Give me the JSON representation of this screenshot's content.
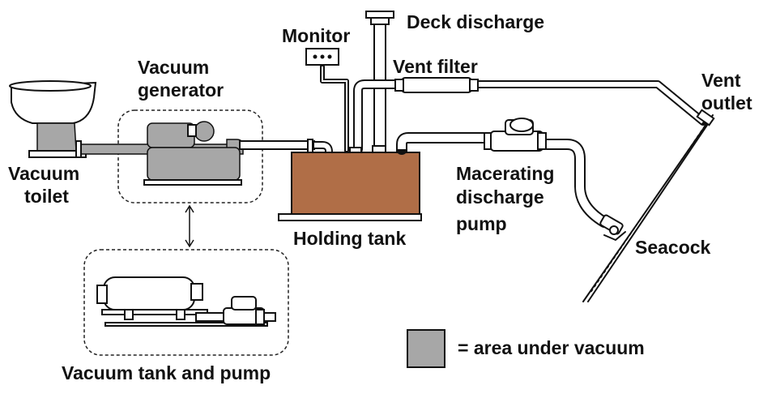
{
  "labels": {
    "deck_discharge": "Deck discharge",
    "monitor": "Monitor",
    "vent_filter": "Vent filter",
    "vacuum_generator_1": "Vacuum",
    "vacuum_generator_2": "generator",
    "vent_outlet_1": "Vent",
    "vent_outlet_2": "outlet",
    "vacuum_toilet_1": "Vacuum",
    "vacuum_toilet_2": "toilet",
    "macerating_1": "Macerating",
    "macerating_2": "discharge",
    "macerating_3": "pump",
    "holding_tank": "Holding tank",
    "seacock": "Seacock",
    "vacuum_tank_pump": "Vacuum tank and pump"
  },
  "legend": {
    "text": "= area under vacuum",
    "swatch_color": "#a7a7a7"
  },
  "colors": {
    "holding_tank": "#b06e47",
    "vacuum_area": "#a7a7a7",
    "line": "#111111"
  }
}
